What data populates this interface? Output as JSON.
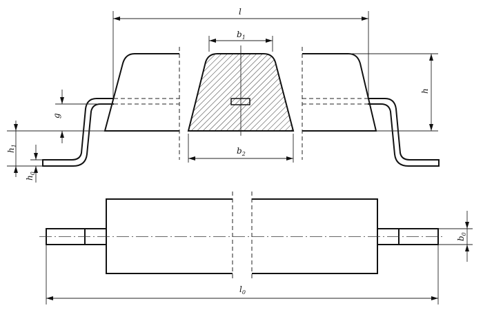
{
  "diagram": {
    "type": "engineering-drawing",
    "views": [
      "side-view",
      "top-view"
    ],
    "labels": {
      "l": "l",
      "b1": "b",
      "b1_sub": "1",
      "b2": "b",
      "b2_sub": "2",
      "h": "h",
      "g": "g",
      "h1": "h",
      "h1_sub": "1",
      "h0": "h",
      "h0_sub": "0",
      "l0": "l",
      "l0_sub": "0",
      "b0": "b",
      "b0_sub": "0"
    },
    "colors": {
      "line": "#111111",
      "background": "#ffffff"
    }
  }
}
